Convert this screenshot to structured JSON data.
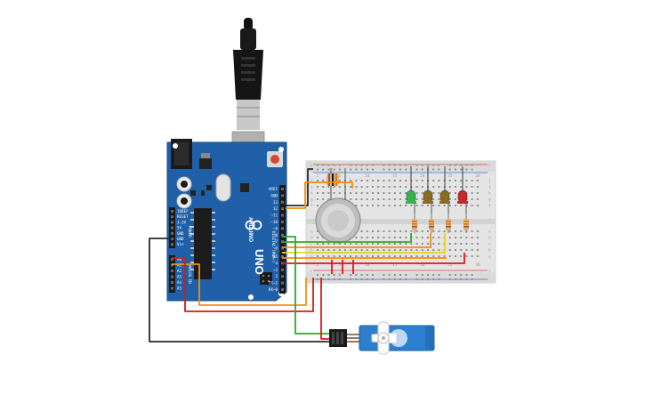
{
  "arduino": {
    "brand": "ARDUINO",
    "model": "UNO",
    "digital_header": "DIGITAL (PWM~)",
    "digital_pins": [
      "AREF",
      "GND",
      "13",
      "12",
      "~11",
      "~10",
      "~9",
      "8",
      "7",
      "~6",
      "~5",
      "4",
      "~3",
      "2",
      "TX→1",
      "RX←0"
    ],
    "power_header": "POWER",
    "power_pins": [
      "IOREF",
      "RESET",
      "3.3V",
      "5V",
      "GND",
      "GND",
      "Vin"
    ],
    "analog_header": "ANALOG IN",
    "analog_pins": [
      "A0",
      "A1",
      "A2",
      "A3",
      "A4",
      "A5"
    ]
  },
  "breadboard": {
    "column_numbers": [
      "1",
      "5",
      "10",
      "15",
      "20",
      "25",
      "30"
    ],
    "row_letters_top": [
      "j",
      "i",
      "h",
      "g",
      "f"
    ],
    "row_letters_bottom": [
      "e",
      "d",
      "c",
      "b",
      "a"
    ],
    "rail_symbols": [
      "+",
      "-"
    ]
  },
  "components": {
    "usb_cable": "usb-cable",
    "gas_sensor": "gas-sensor",
    "servo": "micro-servo",
    "leds": [
      {
        "color": "#35b24a"
      },
      {
        "color": "#8a6d1e"
      },
      {
        "color": "#8a6d1e"
      },
      {
        "color": "#c62828"
      }
    ]
  },
  "colors": {
    "board_blue": "#2060a8",
    "wire_red": "#e01515",
    "wire_orange": "#f0900a",
    "wire_yellow": "#e8d21a",
    "wire_green": "#2fa82f",
    "wire_black": "#2a2a2a",
    "servo_blue": "#2d7fd0"
  }
}
